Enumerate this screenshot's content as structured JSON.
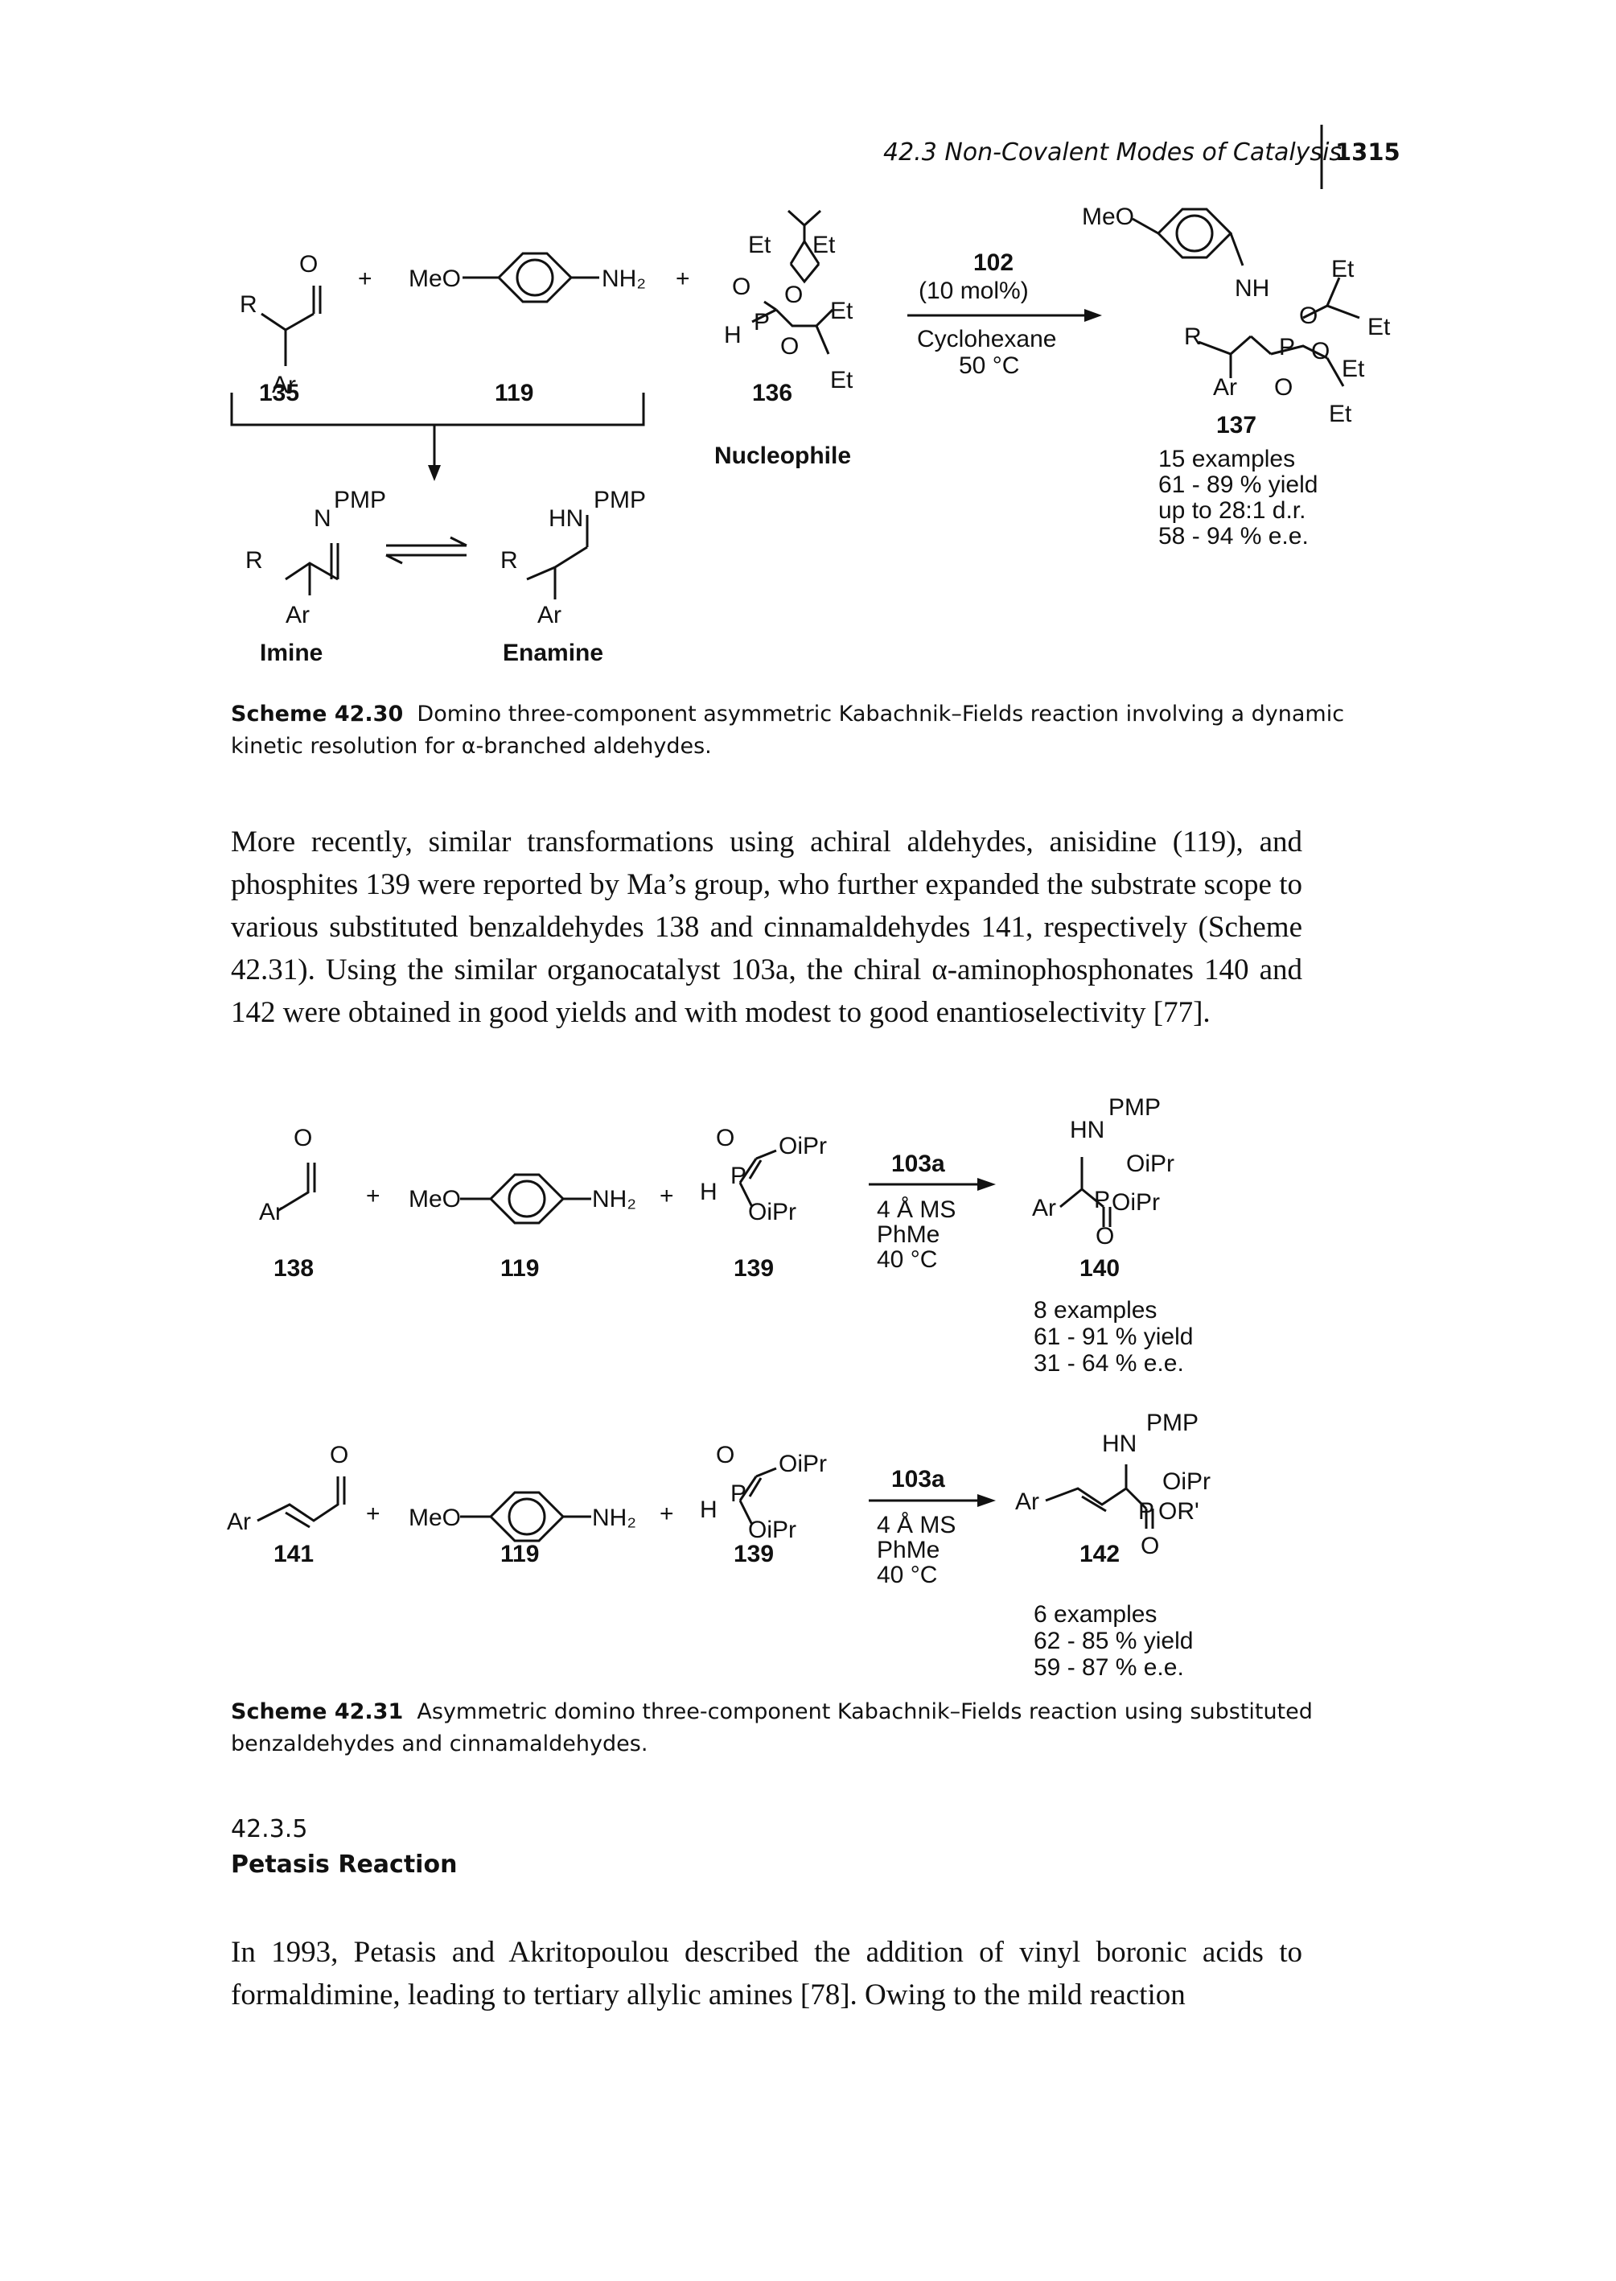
{
  "header": {
    "running_title": "42.3 Non-Covalent Modes of Catalysis",
    "page_number": "1315"
  },
  "scheme_42_30": {
    "labels": {
      "R": "R",
      "Ar": "Ar",
      "O": "O",
      "MeO": "MeO",
      "NH2": "NH₂",
      "plus": "+",
      "Et": "Et",
      "H": "H",
      "P": "P",
      "cmpd_135": "135",
      "cmpd_119": "119",
      "cmpd_136": "136",
      "nucleophile": "Nucleophile",
      "catalyst": "102",
      "loading": "(10 mol%)",
      "solvent": "Cyclohexane",
      "temp": "50 °C",
      "NH": "NH",
      "cmpd_137": "137",
      "PMP": "PMP",
      "N": "N",
      "HN": "HN",
      "imine": "Imine",
      "enamine": "Enamine"
    },
    "results": [
      "15 examples",
      "61 - 89 % yield",
      "up to 28:1 d.r.",
      "58 - 94 % e.e."
    ],
    "caption_label": "Scheme 42.30",
    "caption_text": "Domino three-component asymmetric Kabachnik–Fields reaction involving a dynamic kinetic resolution for α-branched aldehydes."
  },
  "paragraph_1": "More recently, similar transformations using achiral aldehydes, anisidine (119), and phosphites 139 were reported by Ma’s group, who further expanded the substrate scope to various substituted benzaldehydes 138 and cinnamaldehydes 141, respectively (Scheme 42.31). Using the similar organocatalyst 103a, the chiral α-aminophosphonates 140 and 142 were obtained in good yields and with modest to good enantioselectivity [77].",
  "scheme_42_31": {
    "labels": {
      "Ar": "Ar",
      "O": "O",
      "MeO": "MeO",
      "NH2": "NH₂",
      "plus": "+",
      "H": "H",
      "P": "P",
      "OiPr": "OiPr",
      "ORp": "OR'",
      "HN": "HN",
      "PMP": "PMP",
      "cmpd_138": "138",
      "cmpd_119": "119",
      "cmpd_139": "139",
      "cmpd_140": "140",
      "cmpd_141": "141",
      "cmpd_142": "142",
      "catalyst": "103a",
      "ms": "4 Å MS",
      "solvent": "PhMe",
      "temp": "40 °C"
    },
    "results_140": [
      "8 examples",
      "61 - 91 % yield",
      "31 - 64 % e.e."
    ],
    "results_142": [
      "6 examples",
      "62 - 85 % yield",
      "59 - 87 % e.e."
    ],
    "caption_label": "Scheme 42.31",
    "caption_text": "Asymmetric domino three-component Kabachnik–Fields reaction using substituted benzaldehydes and cinnamaldehydes."
  },
  "section": {
    "number": "42.3.5",
    "title": "Petasis Reaction"
  },
  "paragraph_2": "In 1993, Petasis and Akritopoulou described the addition of vinyl boronic acids to formaldimine, leading to tertiary allylic amines [78]. Owing to the mild reaction"
}
